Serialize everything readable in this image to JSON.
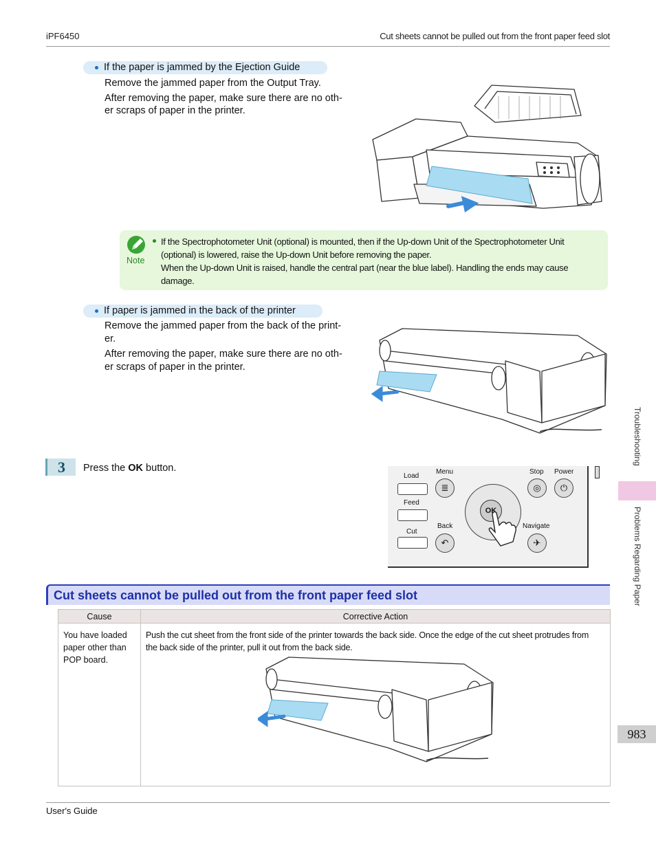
{
  "header": {
    "model": "iPF6450",
    "section": "Cut sheets cannot be pulled out from the front paper feed slot"
  },
  "bullet1": {
    "title": "If the paper is jammed by the Ejection Guide",
    "line1": "Remove the jammed paper from the Output Tray.",
    "line2a": "After removing the paper, make sure there are no oth-",
    "line2b": "er scraps of paper in the printer."
  },
  "note": {
    "label": "Note",
    "line1": "If the Spectrophotometer Unit (optional) is mounted, then if the Up-down Unit of the Spectrophotometer Unit",
    "line2": "(optional) is lowered, raise the Up-down Unit before removing the paper.",
    "line3": "When the Up-down Unit is raised, handle the central part (near the blue label). Handling the ends may cause",
    "line4": "damage."
  },
  "bullet2": {
    "title": "If paper is jammed in the back of the printer",
    "line1a": "Remove the jammed paper from the back of the print-",
    "line1b": "er.",
    "line2a": "After removing the paper, make sure there are no oth-",
    "line2b": "er scraps of paper in the printer."
  },
  "step3": {
    "number": "3",
    "pre": "Press the ",
    "bold": "OK",
    "post": " button."
  },
  "panel": {
    "load": "Load",
    "feed": "Feed",
    "cut": "Cut",
    "menu": "Menu",
    "back": "Back",
    "stop": "Stop",
    "power": "Power",
    "navigate": "Navigate",
    "ok": "OK"
  },
  "section_title": "Cut sheets cannot be pulled out from the front paper feed slot",
  "table": {
    "headers": [
      "Cause",
      "Corrective Action"
    ],
    "cause_lines": [
      "You have loaded",
      "paper other than",
      "POP board."
    ],
    "action_lines": [
      "Push the cut sheet from the front side of the printer towards the back side. Once the edge of the cut sheet protrudes from",
      "the back side of the printer, pull it out from the back side."
    ]
  },
  "sidebar": {
    "category": "Troubleshooting",
    "subcategory": "Problems Regarding Paper"
  },
  "page_number": "983",
  "footer": "User's Guide",
  "colors": {
    "accent_blue": "#1f6fc2",
    "paper_blue": "#a9dcf2",
    "note_green": "#e6f7dc",
    "section_bg": "#d7dbf7"
  }
}
